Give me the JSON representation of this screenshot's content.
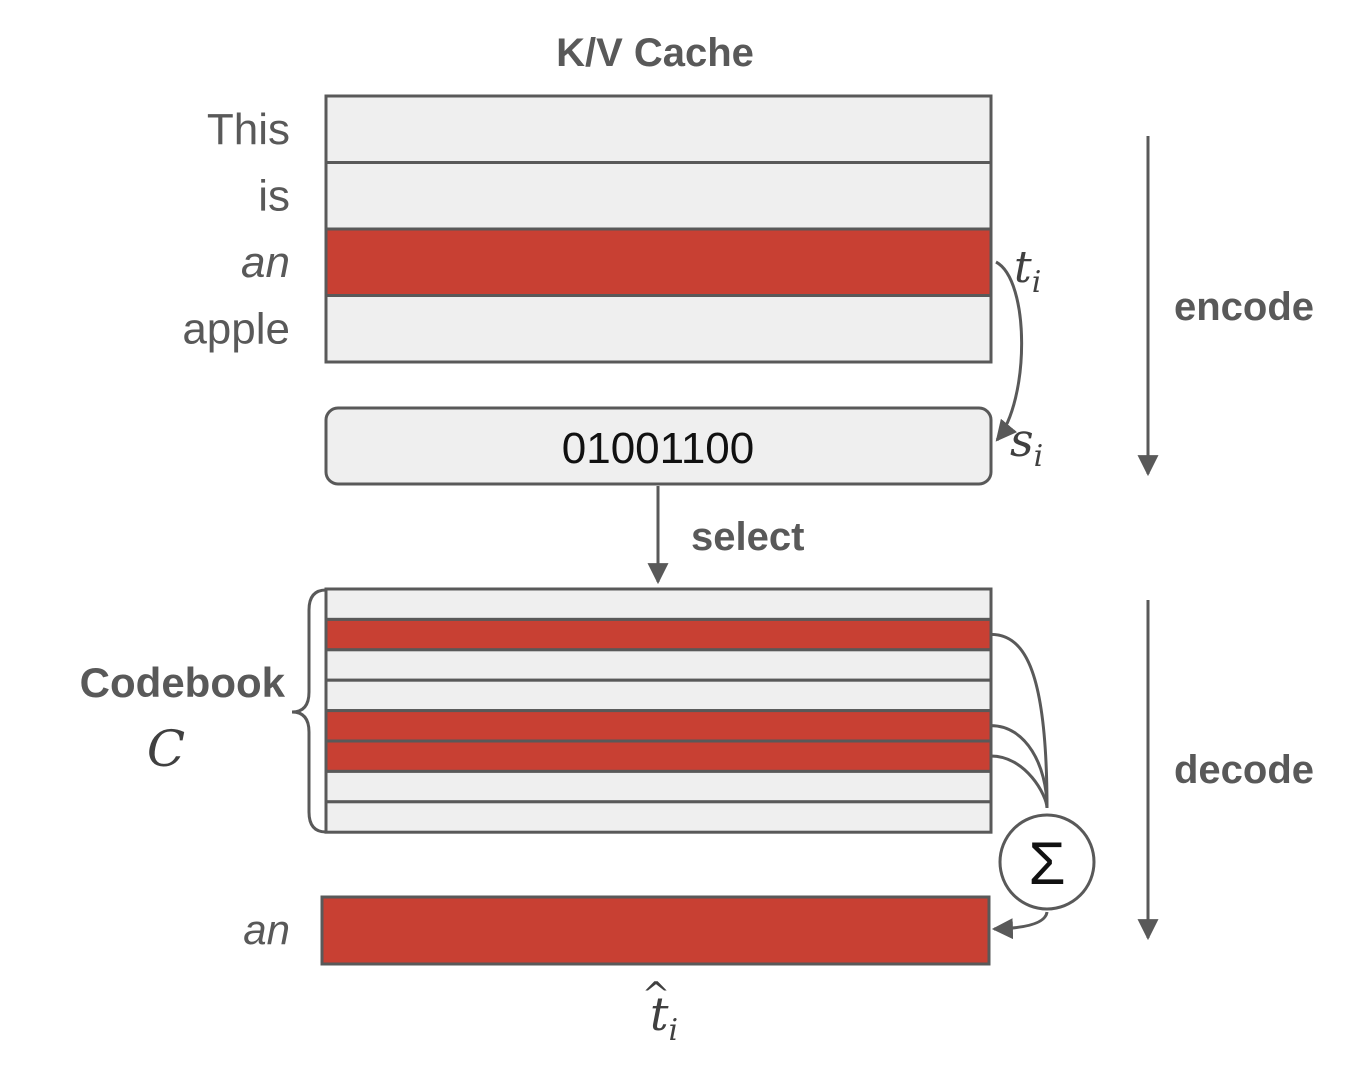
{
  "title": "K/V Cache",
  "tokens": [
    {
      "text": "This",
      "italic": false,
      "highlighted": false
    },
    {
      "text": "is",
      "italic": false,
      "highlighted": false
    },
    {
      "text": "an",
      "italic": true,
      "highlighted": true
    },
    {
      "text": "apple",
      "italic": false,
      "highlighted": false
    }
  ],
  "labels": {
    "t_i": "t",
    "t_i_sub": "i",
    "s_i": "s",
    "s_i_sub": "i",
    "code": "01001100",
    "select": "select",
    "encode": "encode",
    "decode": "decode",
    "codebook": "Codebook",
    "codebook_symbol": "C",
    "sum": "Σ",
    "output_token": "an",
    "t_hat": "t",
    "t_hat_accent": "^",
    "t_hat_sub": "i"
  },
  "codebook_rows_selected": [
    false,
    true,
    false,
    false,
    true,
    true,
    false,
    false
  ],
  "colors": {
    "highlight": "#c84033",
    "row": "#efefef",
    "stroke": "#595959",
    "text": "#595959"
  }
}
